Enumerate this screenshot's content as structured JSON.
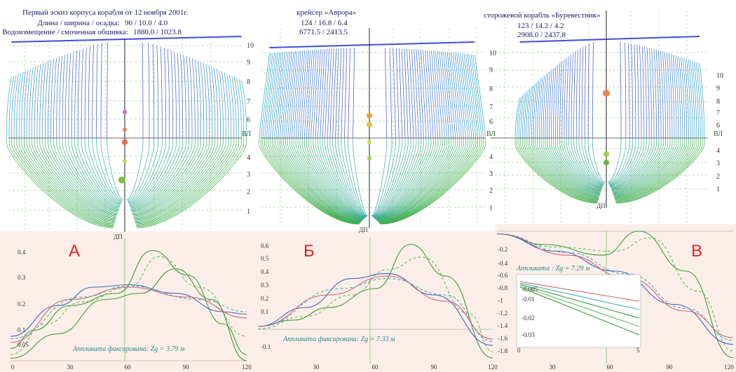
{
  "colors": {
    "top_hull": "#3f4fd9",
    "mid_hull": "#34a8c8",
    "under_water": "#45b04a",
    "waterline": "#666666",
    "grid_green": "#55aa44",
    "label_red": "#e82020",
    "panel_bg": "#fbeee8"
  },
  "panelA": {
    "title": "Первый эскиз корпуса корабля от 12 ноября 2001г.",
    "line1_label": "Длина / ширина / осадка:",
    "line1_value": "90 / 10.0 / 4.0",
    "line2_label": "Водоизмещение / смоченная обшивка:",
    "line2_value": "1880.0 / 1023.8",
    "wl_label": "ВЛ",
    "dp_label": "ДП",
    "levels": [
      "10",
      "9",
      "8",
      "7",
      "6",
      "4",
      "3",
      "2",
      "1"
    ],
    "letter": "А",
    "caption": "Аппликата фиксирована: Zg = 3.79 м",
    "y_ticks": [
      "0.4",
      "0.3",
      "0.2",
      "0.1",
      "0.05"
    ],
    "x_ticks": [
      "0",
      "30",
      "60",
      "90",
      "120"
    ]
  },
  "panelB": {
    "title": "крейсер «Аврора»",
    "line1": "124 / 16.8 / 6.4",
    "line2": "6771.5 / 2413.5",
    "wl_label": "ВЛ",
    "dp_label": "ДП",
    "levels": [
      "10",
      "9",
      "8",
      "7",
      "6",
      "4",
      "3",
      "2",
      "1"
    ],
    "letter": "Б",
    "caption": "Аппликата фиксирована: Zg = 7.33 м",
    "y_ticks": [
      "0.6",
      "0.5",
      "0.4",
      "0.3",
      "0.2",
      "0.1",
      "-0.1"
    ],
    "x_ticks": [
      "30",
      "60",
      "90",
      "120"
    ]
  },
  "panelC": {
    "title": "сторожевой корабль «Буревестник»",
    "line1": "123 / 14.2 / 4.2",
    "line2": "2908.0 / 2437.8",
    "wl_label": "ВЛ",
    "dp_label": "ДП",
    "levels": [
      "10",
      "9",
      "8",
      "7",
      "6",
      "4",
      "3",
      "2",
      "1"
    ],
    "letter": "В",
    "caption": "Аппликата : Zg = 7.29 м",
    "y_ticks": [
      "-0.2",
      "-0.4",
      "-0.6",
      "-0.8",
      "-1",
      "-1.2",
      "-1.4",
      "-1.6",
      "-1.8"
    ],
    "x_ticks": [
      "30",
      "60",
      "90",
      "120"
    ],
    "inset_y_ticks": [
      "-0.005",
      "-0.01",
      "-0.02",
      "-0.03"
    ],
    "inset_x_ticks": [
      "0",
      "5"
    ]
  }
}
